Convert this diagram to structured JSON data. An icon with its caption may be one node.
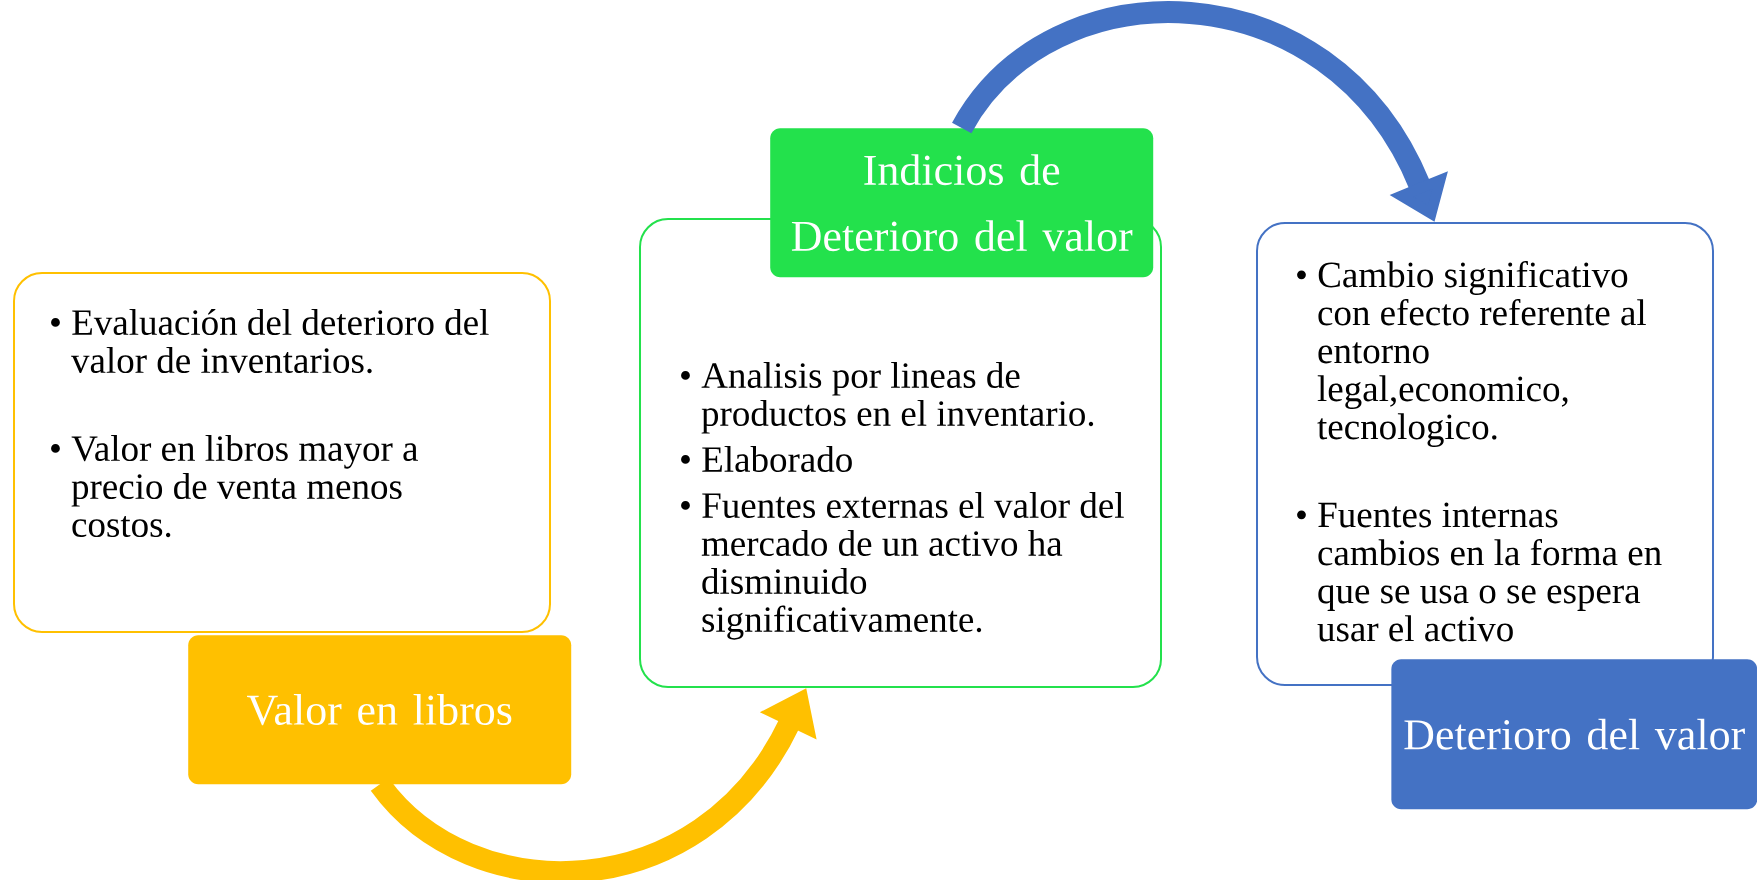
{
  "diagram": {
    "nodes": [
      {
        "text": [
          "• Evaluación del deterioro del valor de inventarios.",
          "• Valor en libros mayor a precio de venta menos costos."
        ]
      },
      {
        "text": [
          "Valor en libros"
        ]
      },
      {
        "text": [
          "• Analisis por lineas de productos en el inventario.",
          "• Elaborado",
          "• Fuentes externas el valor del mercado de un activo ha disminuido significativamente."
        ]
      },
      {
        "text": [
          "Indicios de Deterioro del valor"
        ]
      },
      {
        "text": [
          "• Cambio significativo con efecto referente al entorno legal,economico, tecnologico.",
          "• Fuentes internas cambios en la forma en que se usa o se espera usar el activo"
        ]
      },
      {
        "text": [
          "Deterioro del valor"
        ]
      }
    ],
    "edges": [
      {
        "from": 1,
        "to": 2,
        "arrow": "to",
        "color": "#ffc000"
      },
      {
        "from": 3,
        "to": 4,
        "arrow": "to",
        "color": "#4472c4"
      }
    ]
  }
}
